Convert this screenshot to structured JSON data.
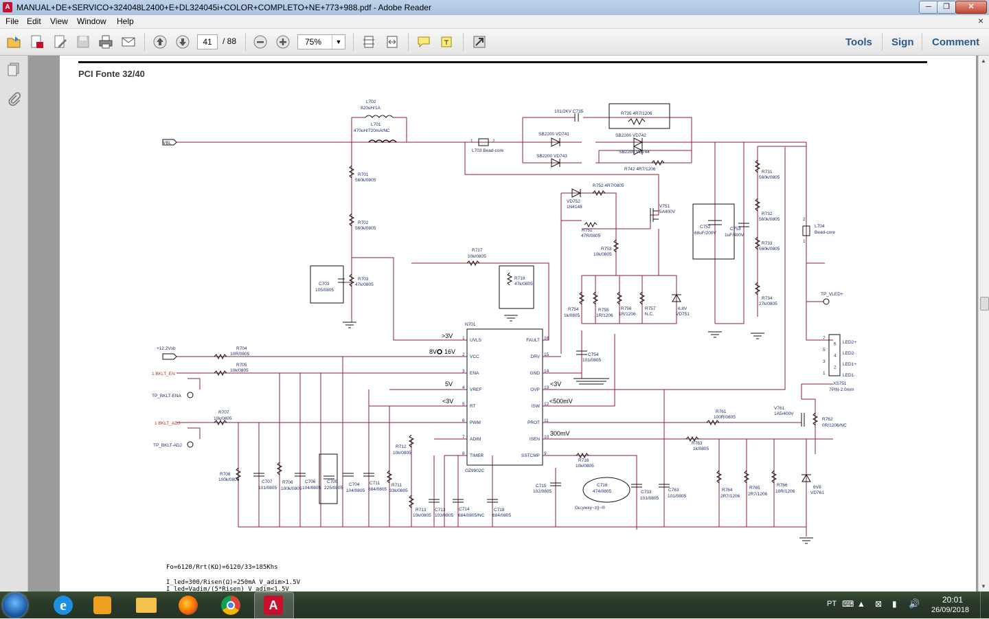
{
  "window": {
    "title": "MANUAL+DE+SERVICO+324048L2400+E+DL324045i+COLOR+COMPLETO+NE+773+988.pdf - Adobe Reader",
    "min_label": "─",
    "max_label": "❐",
    "close_label": "✕"
  },
  "menu": {
    "items": [
      "File",
      "Edit",
      "View",
      "Window",
      "Help"
    ],
    "close_glyph": "×"
  },
  "toolbar": {
    "page_current": "41",
    "page_total": "/ 88",
    "zoom": "75%",
    "tools_label": "Tools",
    "sign_label": "Sign",
    "comment_label": "Comment"
  },
  "document": {
    "heading": "PCI Fonte 32/40",
    "schematic": {
      "nets": {
        "vbl": "VBL",
        "vsb": "+12.2Vsb",
        "bklt_en": "1  BKLT_EN",
        "tp_bklt_ena": "TP_BKLT-ENA",
        "bklt_adj": "1  BKLT_ADJ",
        "tp_bklt_adj": "TP_BKLT-ADJ",
        "tp_vled": "TP_VLED+"
      },
      "parts": {
        "l702": "L702",
        "l702_v": "820uH/1A",
        "l701": "L701",
        "l701_v": "470uH/720mA/NC",
        "l703": "L703 Bead-core",
        "c735": "101/2KV   C735",
        "r735": "R735  4R7/1206",
        "vd741": "SB2200   VD741",
        "vd742": "SB2200   VD742",
        "vd743": "SB2200   VD743",
        "vd744": "SB2200   VD744",
        "r742": "R742  4R7/1206",
        "r701": "R701",
        "r701_v": "560k/0805",
        "r702": "R702",
        "r702_v": "560k/0805",
        "r703": "R703",
        "r703_v": "47k/0805",
        "c703": "C703",
        "c703_v": "105/0805",
        "vd752": "VD752",
        "vd752_v": "1N4148",
        "r752": "R752  4R7/0805",
        "v751": "V751",
        "v751_v": "5A400V",
        "r751": "R751",
        "r751_v": "47R/0805",
        "r753": "R753",
        "r753_v": "10k/0805",
        "c752": "C752",
        "c752_v": "68uF/200V",
        "c753": "C753",
        "c753_v": "1uF/400V",
        "r731": "R731",
        "r731_v": "560k/0805",
        "r732": "R732",
        "r732_v": "560k/0805",
        "r733": "R733",
        "r733_v": "560k/0805",
        "r734": "R734",
        "r734_v": "27k/0805",
        "l704": "L704",
        "l704_v": "Bead-core",
        "r717": "R717",
        "r717_v": "10k/0805",
        "r718": "R718",
        "r718_v": "47k/0805",
        "r754": "R754",
        "r754_v": "1k/0805",
        "r755": "R755",
        "r755_v": "1R/1206",
        "r756": "R756",
        "r756_v": "1R/1206",
        "r757": "R757",
        "r757_v": "N.C.",
        "vd751": "6.8V",
        "vd751_v": "VD751",
        "n701": "N701",
        "oz": "OZ9902C",
        "c754": "C754",
        "c754_v": "101/0805",
        "r704": "R704",
        "r704_v": "10R/0805",
        "r705": "R705",
        "r705_v": "10k/0805",
        "r707": "R707",
        "r707_v": "10k/0805",
        "r708": "R708",
        "r708_v": "100k/0805",
        "c707": "C707",
        "c707_v": "101/0805",
        "r706": "R706",
        "r706_v": "100k/0805",
        "c706": "C706",
        "c706_v": "104/0805",
        "c705": "C705",
        "c705_v": "225/0805",
        "c704": "C704",
        "c704_v": "104/0805",
        "c711": "C711",
        "c711_v": "684/0805",
        "r711": "R711",
        "r711_v": "33k/0805",
        "r712": "R712",
        "r712_v": "10k/0805",
        "r713": "R713",
        "r713_v": "10k/0805",
        "c713": "C713",
        "c713_v": "103/0805",
        "c714": "C714",
        "c714_v": "684/0805/NC",
        "c718": "C718",
        "c718_v": "684/0805",
        "c715": "C715",
        "c715_v": "102/0805",
        "r716": "R716",
        "r716_v": "10k/0805",
        "c716": "C716",
        "c716_v": "474/0805",
        "c733": "C733",
        "c733_v": "101/0805",
        "c763": "C763",
        "c763_v": "101/0805",
        "r761": "R761",
        "r761_v": "100R/0805",
        "v761": "V761",
        "v761_v": "1A5/400V",
        "r762": "R762",
        "r762_v": "0R/1206/NC",
        "r763": "R763",
        "r763_v": "1k/0805",
        "r764": "R764",
        "r764_v": "2R7/1206",
        "r765": "R765",
        "r765_v": "2R7/1206",
        "r766": "R766",
        "r766_v": "10R/1206",
        "vd761": "6V8",
        "vd761_v": "VD761",
        "xs751": "XS751",
        "xs751_v": "7PIN-2.0mm",
        "led2p": "LED2+",
        "led2m": "LED2-",
        "led1p": "LED1+",
        "led1m": "LED1-",
        "pin1": "1",
        "pin2": "2",
        "pin_l704_1": "1",
        "pin_l704_2": "2"
      },
      "ic_left_pins": [
        {
          "num": "1",
          "name": "UVLS"
        },
        {
          "num": "2",
          "name": "VCC"
        },
        {
          "num": "3",
          "name": "ENA"
        },
        {
          "num": "4",
          "name": "VREF"
        },
        {
          "num": "5",
          "name": "RT"
        },
        {
          "num": "6",
          "name": "PWM"
        },
        {
          "num": "7",
          "name": "ADIM"
        },
        {
          "num": "8",
          "name": "TIMER"
        }
      ],
      "ic_right_pins": [
        {
          "num": "16",
          "name": "FAULT"
        },
        {
          "num": "15",
          "name": "DRV"
        },
        {
          "num": "14",
          "name": "GND"
        },
        {
          "num": "13",
          "name": "OVP"
        },
        {
          "num": "12",
          "name": "ISW"
        },
        {
          "num": "11",
          "name": "PROT"
        },
        {
          "num": "10",
          "name": "ISEN"
        },
        {
          "num": "9",
          "name": "SSTCMP"
        }
      ],
      "connector_pins": [
        "7",
        "6",
        "5",
        "4",
        "3",
        "2",
        "1"
      ],
      "annotations": {
        "uvls": ">3V",
        "vcc": "8V",
        "vcc2": "16V",
        "vref": "5V",
        "rt": "<3V",
        "ovp": "<3V",
        "isw": "<500mV",
        "isen": "300mV",
        "c716_note": "Gu;ywxy~z||~®",
        "formula1": "Fo=6120/Rrt(KΩ)=6120/33=185Khs",
        "formula2": "I_led=300/Risen(Ω)=250mA        V_adim>1.5V",
        "formula3": "I_led=Vadim/(5*Risen)      V_adim<1.5V"
      }
    }
  },
  "taskbar": {
    "lang": "PT",
    "time": "20:01",
    "date": "26/09/2018"
  },
  "colors": {
    "titlebar": "#bfd3ea",
    "wire": "#8a1f3a",
    "label": "#1a2a6a",
    "net_red": "#c2271e",
    "accent": "#2a5a8a"
  }
}
